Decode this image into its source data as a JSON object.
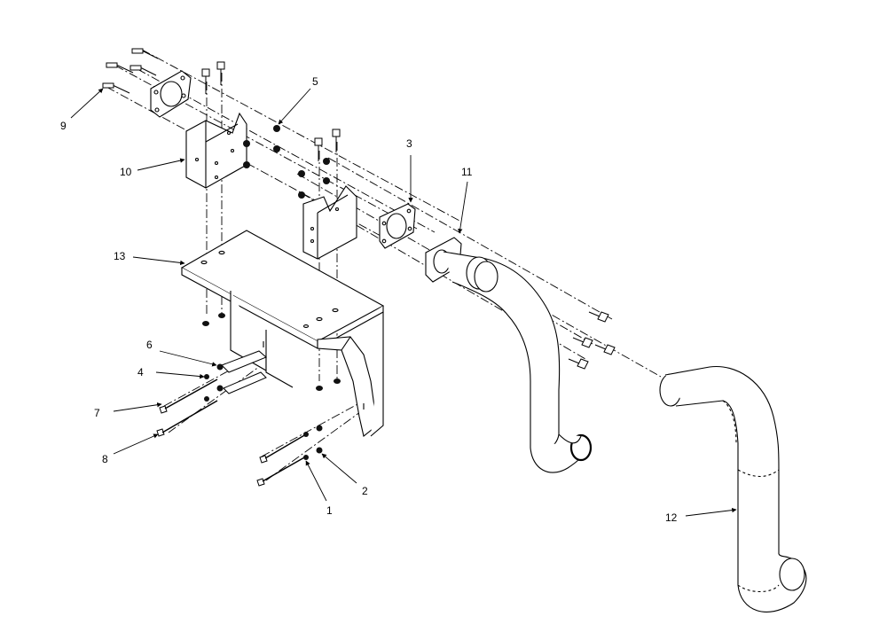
{
  "callouts": {
    "c1": "1",
    "c2": "2",
    "c3": "3",
    "c4": "4",
    "c5": "5",
    "c6": "6",
    "c7": "7",
    "c8": "8",
    "c9": "9",
    "c10": "10",
    "c11": "11",
    "c12": "12",
    "c13": "13"
  },
  "colors": {
    "line": "#000000",
    "fill": "#ffffff",
    "hardware": "#111111"
  }
}
